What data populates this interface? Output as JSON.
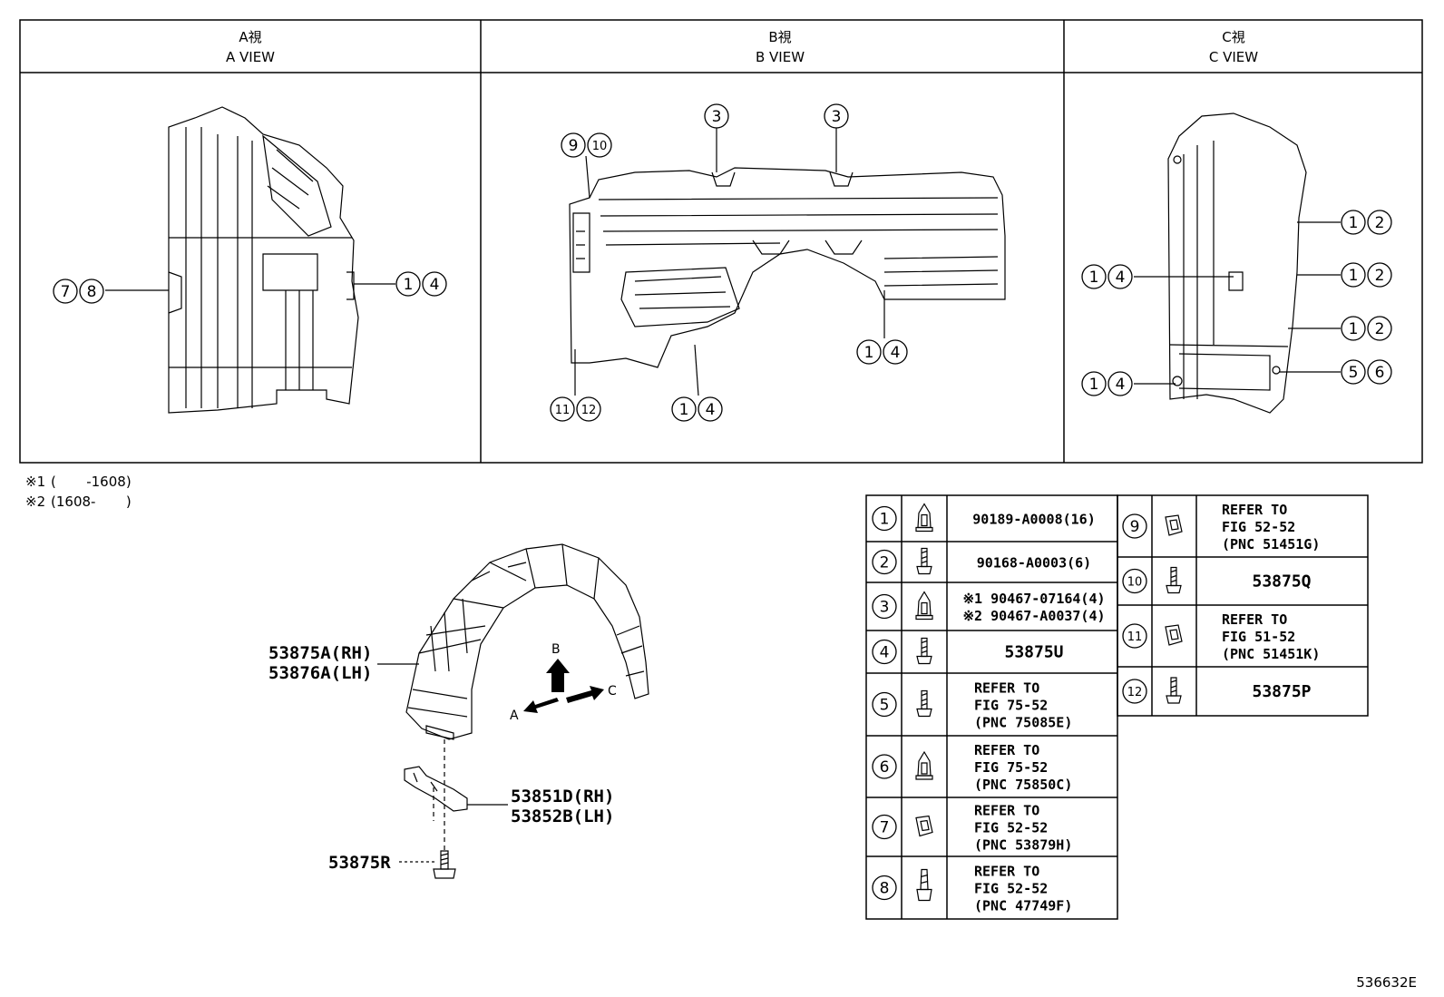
{
  "views": [
    {
      "title_jp": "A視",
      "title_en": "A VIEW"
    },
    {
      "title_jp": "B視",
      "title_en": "B VIEW"
    },
    {
      "title_jp": "C視",
      "title_en": "C VIEW"
    }
  ],
  "callouts": {
    "a_left": [
      "7",
      "8"
    ],
    "a_right": [
      "1",
      "4"
    ],
    "b_top_left": [
      "9",
      "10"
    ],
    "b_top_mid": [
      "3"
    ],
    "b_top_right": [
      "3"
    ],
    "b_bottom_left": [
      "11",
      "12"
    ],
    "b_bottom_mid": [
      "1",
      "4"
    ],
    "b_right": [
      "1",
      "4"
    ],
    "c_r1": [
      "1",
      "2"
    ],
    "c_r2": [
      "1",
      "2"
    ],
    "c_r3": [
      "1",
      "2"
    ],
    "c_r4": [
      "5",
      "6"
    ],
    "c_l1": [
      "1",
      "4"
    ],
    "c_l2": [
      "1",
      "4"
    ]
  },
  "notes": [
    {
      "mark": "※1",
      "text": "(       -1608)"
    },
    {
      "mark": "※2",
      "text": "(1608-       )"
    }
  ],
  "parts": {
    "liner_rh": "53875A(RH)",
    "liner_lh": "53876A(LH)",
    "bracket_rh": "53851D(RH)",
    "bracket_lh": "53852B(LH)",
    "screw": "53875R"
  },
  "arrows": {
    "b": "B",
    "a": "A",
    "c": "C"
  },
  "table_left": [
    {
      "num": "1",
      "lines": [
        "90189-A0008(16)"
      ]
    },
    {
      "num": "2",
      "lines": [
        "90168-A0003(6)"
      ]
    },
    {
      "num": "3",
      "lines": [
        "※1 90467-07164(4)",
        "※2 90467-A0037(4)"
      ]
    },
    {
      "num": "4",
      "lines": [
        "53875U"
      ]
    },
    {
      "num": "5",
      "lines": [
        "REFER TO",
        "FIG 75-52",
        "(PNC 75085E)"
      ]
    },
    {
      "num": "6",
      "lines": [
        "REFER TO",
        "FIG 75-52",
        "(PNC 75850C)"
      ]
    },
    {
      "num": "7",
      "lines": [
        "REFER TO",
        "FIG 52-52",
        "(PNC 53879H)"
      ]
    },
    {
      "num": "8",
      "lines": [
        "REFER TO",
        "FIG 52-52",
        "(PNC 47749F)"
      ]
    }
  ],
  "table_right": [
    {
      "num": "9",
      "lines": [
        "REFER TO",
        "FIG 52-52",
        "(PNC 51451G)"
      ]
    },
    {
      "num": "10",
      "lines": [
        "53875Q"
      ]
    },
    {
      "num": "11",
      "lines": [
        "REFER TO",
        "FIG 51-52",
        "(PNC 51451K)"
      ]
    },
    {
      "num": "12",
      "lines": [
        "53875P"
      ]
    }
  ],
  "figure_id": "536632E"
}
